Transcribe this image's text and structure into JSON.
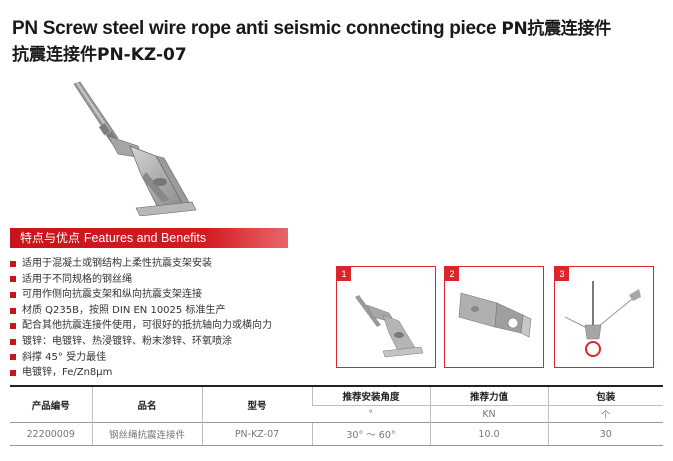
{
  "title": {
    "line1_en": "PN Screw steel wire rope anti seismic connecting piece",
    "line1_zh": "PN抗震连接件",
    "line2": "抗震连接件PN-KZ-07"
  },
  "features": {
    "heading_zh": "特点与优点",
    "heading_en": "Features and Benefits",
    "items": [
      "适用于混凝土或钢结构上柔性抗震支架安装",
      "适用于不同规格的钢丝绳",
      "可用作侧向抗震支架和纵向抗震支架连接",
      "材质 Q235B，按照 DIN EN 10025 标准生产",
      "配合其他抗震连接件使用，可很好的抵抗轴向力或横向力",
      "镀锌：电镀锌、热浸镀锌、粉末渗锌、环氧喷涂",
      "斜撑 45° 受力最佳",
      "电镀锌，Fe/Zn8μm"
    ]
  },
  "panels": [
    {
      "number": "1",
      "icon": "bracket-installed-icon"
    },
    {
      "number": "2",
      "icon": "bracket-part-icon"
    },
    {
      "number": "3",
      "icon": "wire-rope-bracing-icon"
    }
  ],
  "table": {
    "headers": [
      "产品编号",
      "品名",
      "型号",
      "推荐安装角度",
      "推荐力值",
      "包装"
    ],
    "units": [
      "°",
      "KN",
      "个"
    ],
    "rows": [
      [
        "22200009",
        "钢丝绳抗震连接件",
        "PN-KZ-07",
        "30° ～ 60°",
        "10.0",
        "30"
      ]
    ]
  },
  "colors": {
    "accent": "#c8141b",
    "panel_border": "#d9252b"
  }
}
